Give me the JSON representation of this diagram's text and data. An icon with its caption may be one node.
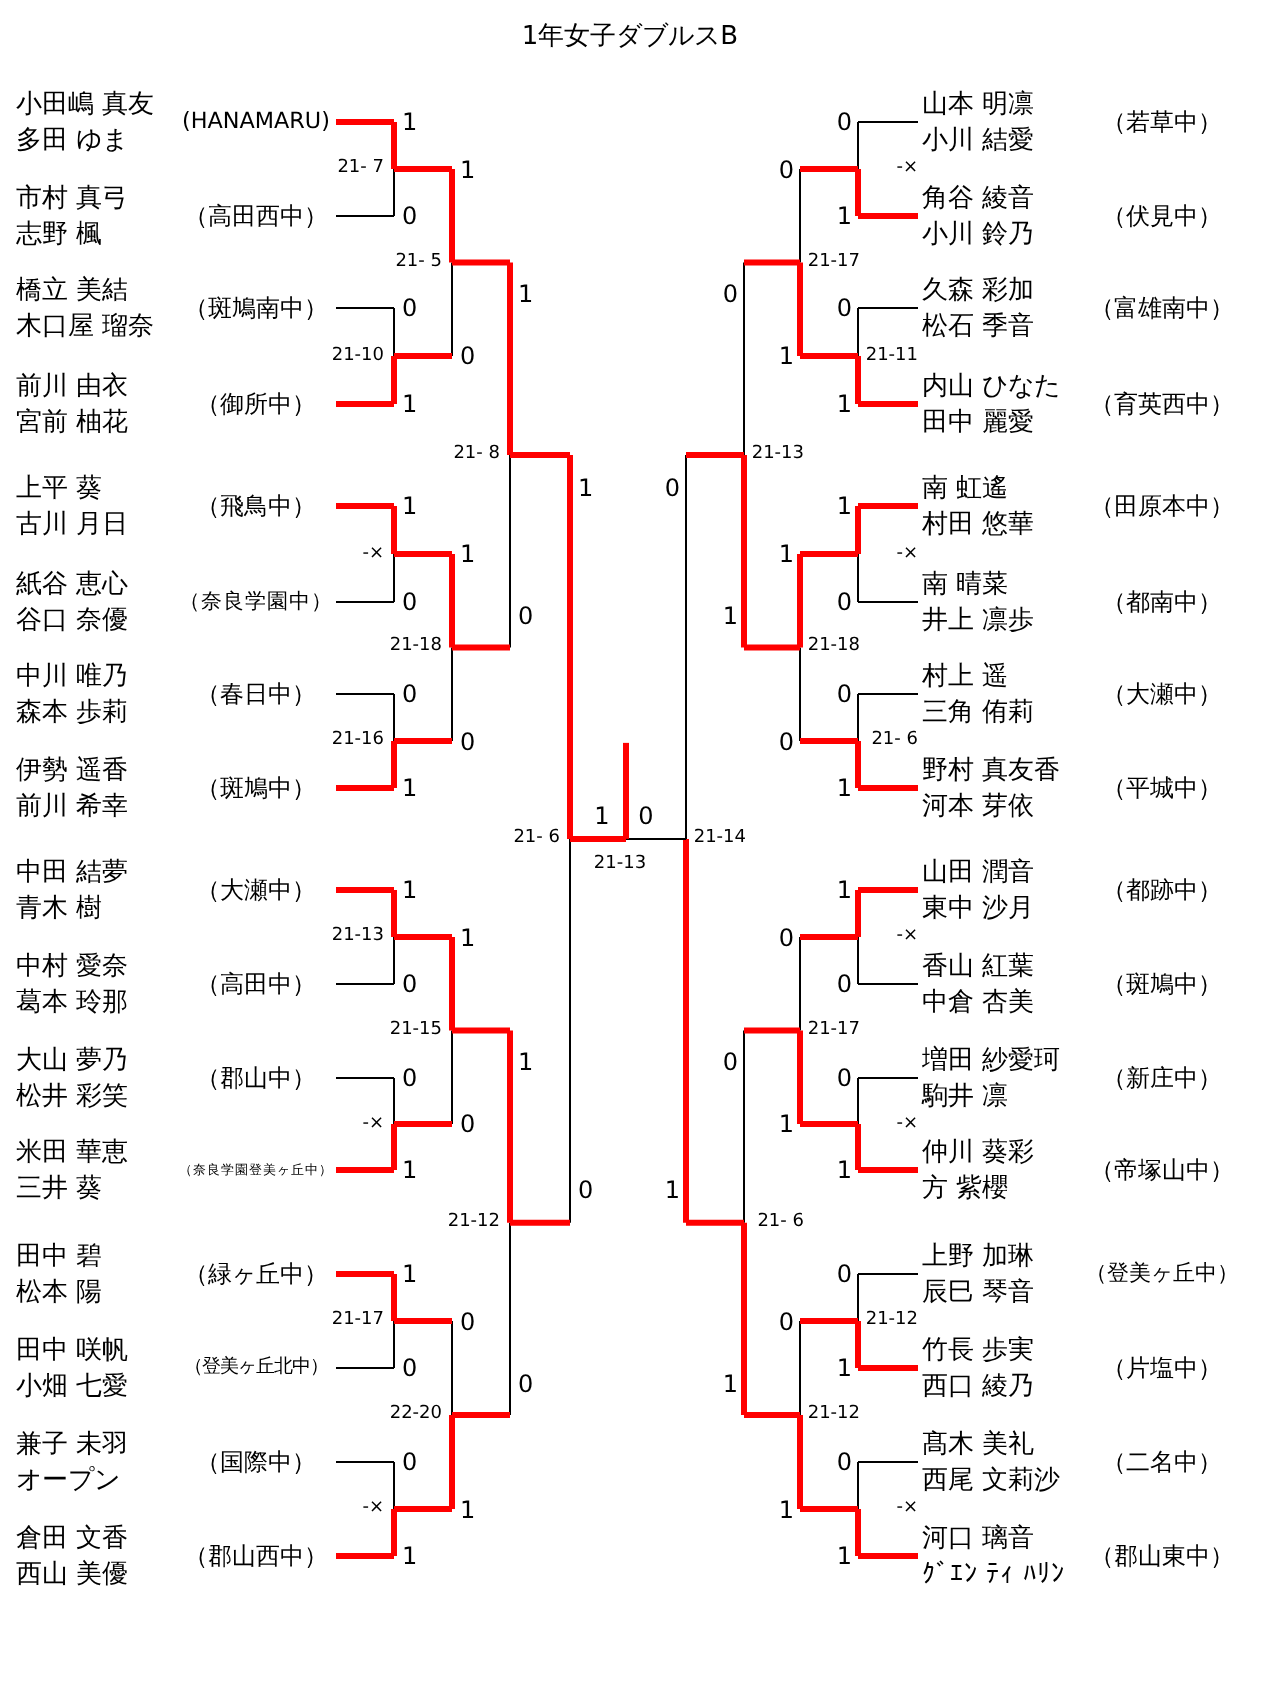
{
  "diagram": {
    "title": "1年女子ダブルスB",
    "nodes": [
      {
        "text": [
          "小田嶋 真友",
          "多田 ゆま",
          "(HANAMARU)"
        ]
      },
      {
        "text": [
          "市村 真弓",
          "志野 楓",
          "（高田西中）"
        ]
      },
      {
        "text": [
          "橋立 美結",
          "木口屋 瑠奈",
          "（斑鳩南中）"
        ]
      },
      {
        "text": [
          "前川 由衣",
          "宮前 柚花",
          "（御所中）"
        ]
      },
      {
        "text": [
          "上平 葵",
          "古川 月日",
          "（飛鳥中）"
        ]
      },
      {
        "text": [
          "紙谷 恵心",
          "谷口 奈優",
          "（奈良学園中）"
        ]
      },
      {
        "text": [
          "中川 唯乃",
          "森本 歩莉",
          "（春日中）"
        ]
      },
      {
        "text": [
          "伊勢 遥香",
          "前川 希幸",
          "（斑鳩中）"
        ]
      },
      {
        "text": [
          "中田 結夢",
          "青木 樹",
          "（大瀬中）"
        ]
      },
      {
        "text": [
          "中村 愛奈",
          "葛本 玲那",
          "（高田中）"
        ]
      },
      {
        "text": [
          "大山 夢乃",
          "松井 彩笑",
          "（郡山中）"
        ]
      },
      {
        "text": [
          "米田 華恵",
          "三井 葵",
          "（奈良学園登美ヶ丘中）"
        ]
      },
      {
        "text": [
          "田中 碧",
          "松本 陽",
          "（緑ヶ丘中）"
        ]
      },
      {
        "text": [
          "田中 咲帆",
          "小畑 七愛",
          "（登美ヶ丘北中）"
        ]
      },
      {
        "text": [
          "兼子 未羽",
          "オープン",
          "（国際中）"
        ]
      },
      {
        "text": [
          "倉田 文香",
          "西山 美優",
          "（郡山西中）"
        ]
      },
      {
        "text": [
          "山本 明凛",
          "小川 結愛",
          "（若草中）"
        ]
      },
      {
        "text": [
          "角谷 綾音",
          "小川 鈴乃",
          "（伏見中）"
        ]
      },
      {
        "text": [
          "久森 彩加",
          "松石 季音",
          "（富雄南中）"
        ]
      },
      {
        "text": [
          "内山 ひなた",
          "田中 麗愛",
          "（育英西中）"
        ]
      },
      {
        "text": [
          "南 虹遙",
          "村田 悠華",
          "（田原本中）"
        ]
      },
      {
        "text": [
          "南 晴菜",
          "井上 凛歩",
          "（都南中）"
        ]
      },
      {
        "text": [
          "村上 遥",
          "三角 侑莉",
          "（大瀬中）"
        ]
      },
      {
        "text": [
          "野村 真友香",
          "河本 芽依",
          "（平城中）"
        ]
      },
      {
        "text": [
          "山田 潤音",
          "東中 沙月",
          "（都跡中）"
        ]
      },
      {
        "text": [
          "香山 紅葉",
          "中倉 杏美",
          "（斑鳩中）"
        ]
      },
      {
        "text": [
          "増田 紗愛珂",
          "駒井 凛",
          "（新庄中）"
        ]
      },
      {
        "text": [
          "仲川 葵彩",
          "方 紫櫻",
          "（帝塚山中）"
        ]
      },
      {
        "text": [
          "上野 加琳",
          "辰巳 琴音",
          "（登美ヶ丘中）"
        ]
      },
      {
        "text": [
          "竹長 歩実",
          "西口 綾乃",
          "（片塩中）"
        ]
      },
      {
        "text": [
          "髙木 美礼",
          "西尾 文莉沙",
          "（二名中）"
        ]
      },
      {
        "text": [
          "河口 璃音",
          "ｸﾞｴﾝ ﾃｨ ﾊﾘﾝ",
          "（郡山東中）"
        ]
      }
    ],
    "labels": [
      "1",
      "0",
      "21- 7",
      "0",
      "1",
      "21-10",
      "1",
      "0",
      "-×",
      "0",
      "1",
      "21-16",
      "1",
      "0",
      "21-13",
      "0",
      "1",
      "-×",
      "1",
      "0",
      "21-17",
      "0",
      "1",
      "-×",
      "1",
      "0",
      "21- 5",
      "1",
      "0",
      "21-18",
      "1",
      "0",
      "21-15",
      "0",
      "1",
      "22-20",
      "1",
      "0",
      "21- 8",
      "1",
      "0",
      "21-12",
      "1",
      "0",
      "21- 6",
      "0",
      "1",
      "-×",
      "0",
      "1",
      "21-11",
      "1",
      "0",
      "-×",
      "0",
      "1",
      "21- 6",
      "1",
      "0",
      "-×",
      "0",
      "1",
      "-×",
      "0",
      "1",
      "21-12",
      "0",
      "1",
      "-×",
      "0",
      "1",
      "21-17",
      "1",
      "0",
      "21-18",
      "0",
      "1",
      "21-17",
      "0",
      "1",
      "21-12",
      "0",
      "1",
      "21-13",
      "0",
      "1",
      "21- 6",
      "0",
      "1",
      "21-14",
      "1",
      "0",
      "21-13"
    ]
  }
}
